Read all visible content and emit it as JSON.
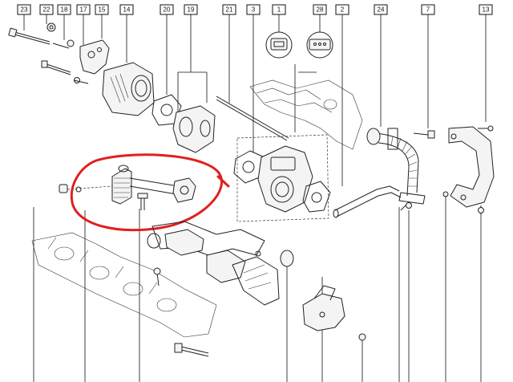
{
  "callouts": [
    {
      "id": "c23",
      "label": "23"
    },
    {
      "id": "c22",
      "label": "22"
    },
    {
      "id": "c18",
      "label": "18"
    },
    {
      "id": "c17",
      "label": "17"
    },
    {
      "id": "c15",
      "label": "15"
    },
    {
      "id": "c14",
      "label": "14"
    },
    {
      "id": "c20",
      "label": "20"
    },
    {
      "id": "c19",
      "label": "19"
    },
    {
      "id": "c21",
      "label": "21"
    },
    {
      "id": "c3",
      "label": "3"
    },
    {
      "id": "c1",
      "label": "1"
    },
    {
      "id": "c28",
      "label": "28"
    },
    {
      "id": "c2",
      "label": "2"
    },
    {
      "id": "c24",
      "label": "24"
    },
    {
      "id": "c7",
      "label": "7"
    },
    {
      "id": "c13",
      "label": "13"
    }
  ],
  "colors": {
    "line": "#222222",
    "highlight": "#e02020",
    "background": "#ffffff"
  }
}
